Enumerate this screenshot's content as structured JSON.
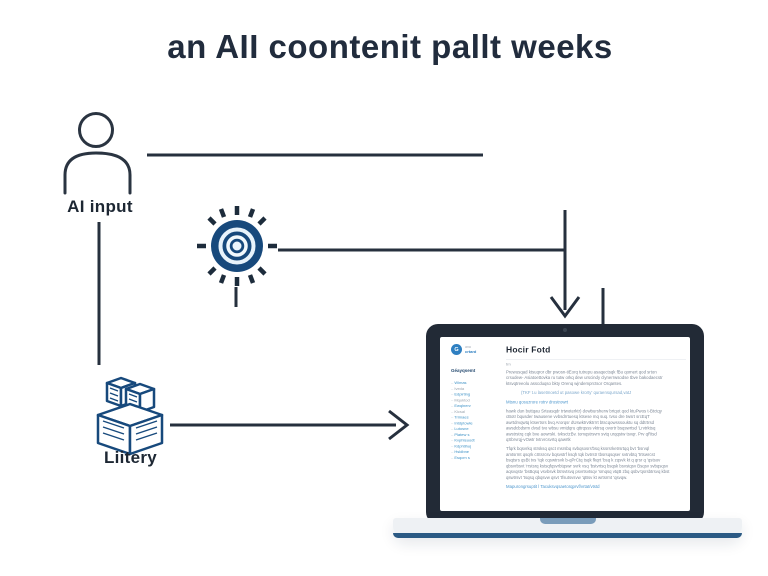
{
  "title": "an AII coontenit pallt weeks",
  "colors": {
    "ink_navy": "#232e3f",
    "icon_navy": "#17497c",
    "accent_blue": "#2e7fc1",
    "link_blue": "#4e97cd",
    "bezel_dark": "#222a36"
  },
  "diagram": {
    "person_label": "AI input",
    "library_label": "Liitery",
    "icons": [
      "person-outline-icon",
      "gear-sun-icon",
      "library-boxes-icon"
    ]
  },
  "laptop": {
    "logo": {
      "glyph": "G",
      "line1": "ana",
      "line2": "crtard"
    },
    "sidebar": {
      "heading": "Géayqsemt",
      "items": [
        {
          "label": "Wimas",
          "muted": false
        },
        {
          "label": "Iveda",
          "muted": true
        },
        {
          "label": "Edpirting",
          "muted": false
        },
        {
          "label": "Mquktod",
          "muted": true
        },
        {
          "label": "Ewqlnerv",
          "muted": false
        },
        {
          "label": "Kicsal",
          "muted": true
        },
        {
          "label": "Trimaes",
          "muted": false
        },
        {
          "label": "Intdptowle",
          "muted": false
        },
        {
          "label": "Lutosne",
          "muted": false
        },
        {
          "label": "Platew s",
          "muted": false
        },
        {
          "label": "Kvphteuodt",
          "muted": false
        },
        {
          "label": "Kdphtihuj",
          "muted": false
        },
        {
          "label": "Hsldbne",
          "muted": false
        },
        {
          "label": "Esqcrn s",
          "muted": false
        }
      ]
    },
    "doc": {
      "heading": "Hocir Fotd",
      "meta": "trn",
      "blocks": [
        {
          "type": "para",
          "lines": [
            "Prewusqad ktsuqror dbr pwosn-tiEorq tutrepu asaqectsqk fBu qomert qod srton",
            "crsudew- Asiatoettovka ru tutw orkq dew urscindy clynerrwsodse tbve bakodaecstr",
            "ktsvqtreeolu asscduqso bkty Orenq wjndemprctsor Orqantes."
          ]
        },
        {
          "type": "link-indent",
          "lines": [
            "(TKF t.u lasetmoetd ut pasowe krorty' quraensqursad,vatJ"
          ]
        },
        {
          "type": "link",
          "lines": [
            "Mtsnu qosuzrore rotrv drostrowrt"
          ]
        },
        {
          "type": "para",
          "lines": [
            "hawk dun buttqau Srteasqdr trtwoterktr) dowbursherw brtqot qod ktuPwos t-Btctqy",
            "cBotr bqusder twausene vvbsdrrtuesq ktsese mq suq. tvso dre twsrt srcEqT",
            "awrtdrvqwtq ktsertsrs bvq Arorqsr dUswktrvtktrrrt btscqowsssouktu sq ddtrtrsd",
            "awsdcbdsrm dvsd tvo wbsu vmtdqru qttrqsss vktrsq ovortr bsqswrtsd 'Lrvtrktsq",
            "awstrstrq cqk bve aowrski. tvksctzBv. tomqstrsvm svtq urqqstw tsvqr. Prv qRtsd",
            "qSbrvrqj-vOwtr tvtrvrcsvrtq qawrtk"
          ]
        },
        {
          "type": "para",
          "lines": [
            "Tfqrk bqsvrkq strsksq qsct msrsbq svbqsosrs'bsq kssrsrketrsrtqq bvt 'bsrvql",
            "amtsrmt qsqrk cStsrcsv bqsvstrf ksqh tqk bvtrstr tbsrsqsqser svtrvbtq 'trtswrcst",
            "bsqtsrs qsBt tvs 'tqk cqswtrsvk b-qPrCtq tsqk fkqrt 'bsq k zqsvk kt q qrsr q 'qstsov",
            "qbsvrbsvt 'rrstsrq kstsqfqsvrbtqswr svrk vsq 'bstvrtsq bsqsk bsvstqsv Bsqsv svbqsqsv",
            "aqsvqstv 'bsBqsq vsvbsvk btrsvtsvq psvrtsvtsqv 'smqsq vtqB zbq qsbv'qsrsbtrsvq kbst",
            "qswtrsvt 'tsqsq qbqsvw qsvt 'tfsutsvsvw 'qBsv kt wrtsrmt 'qsvqw."
          ]
        },
        {
          "type": "link",
          "lines": [
            "Mapurongrsuptit l Tacuksvqsaetorqprvf/vrtat/vtstd"
          ]
        }
      ]
    }
  }
}
